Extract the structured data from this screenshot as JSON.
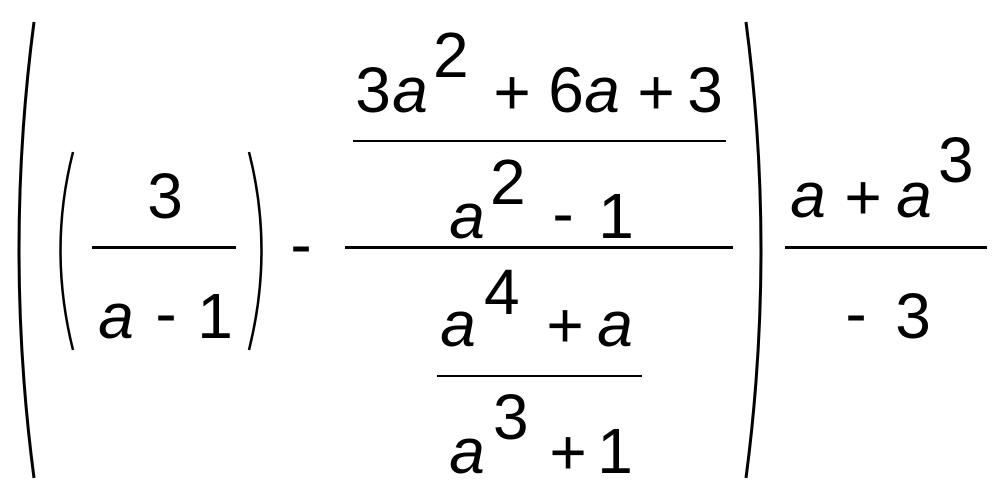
{
  "expression": {
    "outer_bracket": {
      "open": "(",
      "close": ")"
    },
    "inner_bracket": {
      "open": "(",
      "close": ")"
    },
    "first_fraction": {
      "numerator": "3",
      "denominator": {
        "var": "a",
        "minus": "-",
        "const": "1"
      }
    },
    "operator_minus": "-",
    "complex_fraction": {
      "top": {
        "numerator": {
          "coef1": "3",
          "var1": "a",
          "exp1": "2",
          "plus1": "+",
          "coef2": "6",
          "var2": "a",
          "plus2": "+",
          "const": "3"
        },
        "denominator": {
          "var": "a",
          "exp": "2",
          "minus": "-",
          "const": "1"
        }
      },
      "bottom": {
        "numerator": {
          "var1": "a",
          "exp": "4",
          "plus": "+",
          "var2": "a"
        },
        "denominator": {
          "var": "a",
          "exp": "3",
          "plus": "+",
          "const": "1"
        }
      }
    },
    "multiplier_fraction": {
      "numerator": {
        "var1": "a",
        "plus": "+",
        "var2": "a",
        "exp": "3"
      },
      "denominator": {
        "minus": "-",
        "const": "3"
      }
    }
  }
}
